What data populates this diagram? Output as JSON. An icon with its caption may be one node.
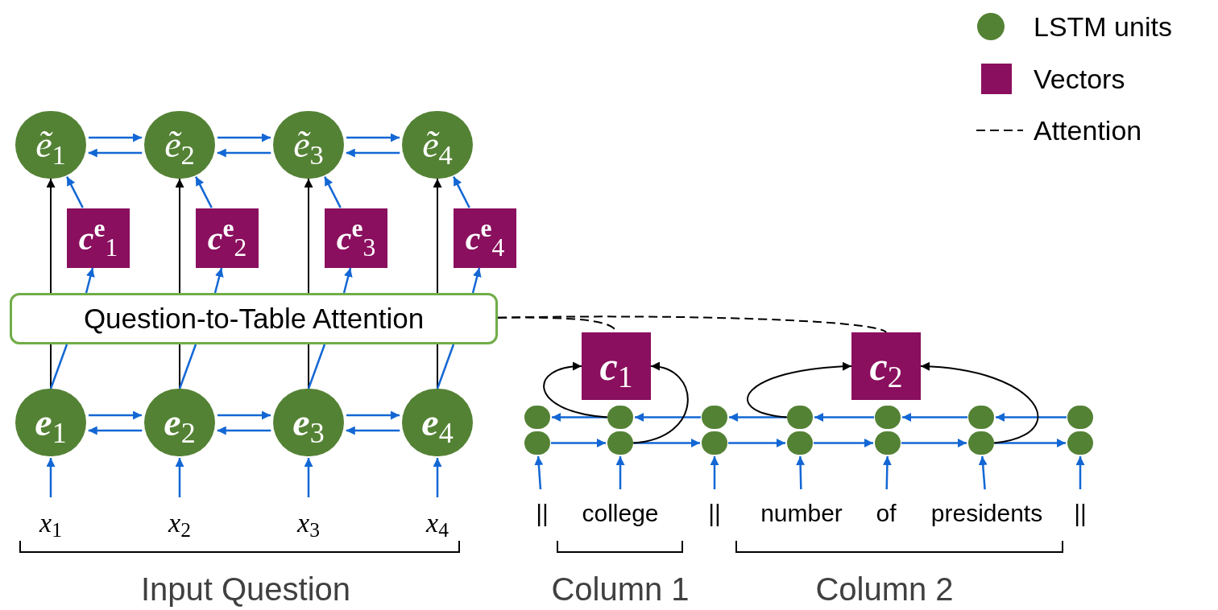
{
  "diagram": {
    "nodes": [
      {
        "text": [
          "*ẽ*$_{1}$"
        ]
      },
      {
        "text": [
          "*ẽ*$_{2}$"
        ]
      },
      {
        "text": [
          "*ẽ*$_{3}$"
        ]
      },
      {
        "text": [
          "*ẽ*$_{4}$"
        ]
      },
      {
        "text": [
          "*c*$^{e}$$_{1}$"
        ]
      },
      {
        "text": [
          "*c*$^{e}$$_{2}$"
        ]
      },
      {
        "text": [
          "*c*$^{e}$$_{3}$"
        ]
      },
      {
        "text": [
          "*c*$^{e}$$_{4}$"
        ]
      },
      {
        "text": [
          "Question-to-Table Attention"
        ]
      },
      {
        "text": [
          "*e*$_{1}$"
        ]
      },
      {
        "text": [
          "*e*$_{2}$"
        ]
      },
      {
        "text": [
          "*e*$_{3}$"
        ]
      },
      {
        "text": [
          "*e*$_{4}$"
        ]
      },
      {
        "text": [
          "*x*$_{1}$"
        ]
      },
      {
        "text": [
          "*x*$_{2}$"
        ]
      },
      {
        "text": [
          "*x*$_{3}$"
        ]
      },
      {
        "text": [
          "*x*$_{4}$"
        ]
      },
      {
        "text": [
          "*c*$_{1}$"
        ]
      },
      {
        "text": [
          "*c*$_{2}$"
        ]
      },
      {
        "text": [],
        "shape": "circle"
      },
      {
        "text": [],
        "shape": "circle"
      },
      {
        "text": [],
        "shape": "circle"
      },
      {
        "text": [],
        "shape": "circle"
      },
      {
        "text": [],
        "shape": "circle"
      },
      {
        "text": [],
        "shape": "circle"
      },
      {
        "text": [],
        "shape": "circle"
      },
      {
        "text": [],
        "shape": "circle"
      },
      {
        "text": [],
        "shape": "circle"
      },
      {
        "text": [],
        "shape": "circle"
      },
      {
        "text": [],
        "shape": "circle"
      },
      {
        "text": [],
        "shape": "circle"
      },
      {
        "text": [],
        "shape": "circle"
      },
      {
        "text": [],
        "shape": "circle"
      },
      {
        "text": [
          "||"
        ]
      },
      {
        "text": [
          "college"
        ]
      },
      {
        "text": [
          "||"
        ]
      },
      {
        "text": [
          "number"
        ]
      },
      {
        "text": [
          "of"
        ]
      },
      {
        "text": [
          "presidents"
        ]
      },
      {
        "text": [
          "||"
        ]
      }
    ],
    "edges": [
      {
        "from": 0,
        "to": 1,
        "arrow": "to"
      },
      {
        "from": 1,
        "to": 2,
        "arrow": "to"
      },
      {
        "from": 2,
        "to": 3,
        "arrow": "to"
      },
      {
        "from": 1,
        "to": 0,
        "arrow": "to"
      },
      {
        "from": 2,
        "to": 1,
        "arrow": "to"
      },
      {
        "from": 3,
        "to": 2,
        "arrow": "to"
      },
      {
        "from": 4,
        "to": 0,
        "arrow": "to"
      },
      {
        "from": 5,
        "to": 1,
        "arrow": "to"
      },
      {
        "from": 6,
        "to": 2,
        "arrow": "to"
      },
      {
        "from": 7,
        "to": 3,
        "arrow": "to"
      },
      {
        "from": 9,
        "to": 8,
        "arrow": "none",
        "color": "#000000"
      },
      {
        "from": 10,
        "to": 8,
        "arrow": "none",
        "color": "#000000"
      },
      {
        "from": 11,
        "to": 8,
        "arrow": "none",
        "color": "#000000"
      },
      {
        "from": 12,
        "to": 8,
        "arrow": "none",
        "color": "#000000"
      },
      {
        "from": 9,
        "to": 8,
        "arrow": "none"
      },
      {
        "from": 10,
        "to": 8,
        "arrow": "none"
      },
      {
        "from": 11,
        "to": 8,
        "arrow": "none"
      },
      {
        "from": 12,
        "to": 8,
        "arrow": "none"
      },
      {
        "from": 9,
        "to": 10,
        "arrow": "to"
      },
      {
        "from": 10,
        "to": 11,
        "arrow": "to"
      },
      {
        "from": 11,
        "to": 12,
        "arrow": "to"
      },
      {
        "from": 10,
        "to": 9,
        "arrow": "to"
      },
      {
        "from": 11,
        "to": 10,
        "arrow": "to"
      },
      {
        "from": 12,
        "to": 11,
        "arrow": "to"
      },
      {
        "from": 13,
        "to": 9,
        "arrow": "to"
      },
      {
        "from": 14,
        "to": 10,
        "arrow": "to"
      },
      {
        "from": 15,
        "to": 11,
        "arrow": "to"
      },
      {
        "from": 16,
        "to": 12,
        "arrow": "to"
      },
      {
        "from": 8,
        "to": 17,
        "arrow": "none",
        "style": "dashed",
        "color": "#000000"
      },
      {
        "from": 8,
        "to": 18,
        "arrow": "none",
        "style": "dashed",
        "color": "#000000"
      },
      {
        "from": 20,
        "to": 19,
        "arrow": "to"
      },
      {
        "from": 21,
        "to": 20,
        "arrow": "to"
      },
      {
        "from": 22,
        "to": 21,
        "arrow": "to"
      },
      {
        "from": 23,
        "to": 22,
        "arrow": "to"
      },
      {
        "from": 24,
        "to": 23,
        "arrow": "to"
      },
      {
        "from": 25,
        "to": 24,
        "arrow": "to"
      },
      {
        "from": 26,
        "to": 27,
        "arrow": "to"
      },
      {
        "from": 27,
        "to": 28,
        "arrow": "to"
      },
      {
        "from": 28,
        "to": 29,
        "arrow": "to"
      },
      {
        "from": 29,
        "to": 30,
        "arrow": "to"
      },
      {
        "from": 30,
        "to": 31,
        "arrow": "to"
      },
      {
        "from": 31,
        "to": 32,
        "arrow": "to"
      },
      {
        "from": 33,
        "to": 26,
        "arrow": "to"
      },
      {
        "from": 34,
        "to": 27,
        "arrow": "to"
      },
      {
        "from": 35,
        "to": 28,
        "arrow": "to"
      },
      {
        "from": 36,
        "to": 29,
        "arrow": "to"
      },
      {
        "from": 37,
        "to": 30,
        "arrow": "to"
      },
      {
        "from": 38,
        "to": 31,
        "arrow": "to"
      },
      {
        "from": 39,
        "to": 32,
        "arrow": "to"
      },
      {
        "from": 20,
        "to": 17,
        "arrow": "to",
        "color": "#000000"
      },
      {
        "from": 27,
        "to": 17,
        "arrow": "to",
        "color": "#000000"
      },
      {
        "from": 22,
        "to": 18,
        "arrow": "to",
        "color": "#000000"
      },
      {
        "from": 31,
        "to": 18,
        "arrow": "to",
        "color": "#000000"
      },
      {
        "from": 8,
        "to": 0,
        "arrow": "to",
        "color": "#000000"
      },
      {
        "from": 8,
        "to": 1,
        "arrow": "to",
        "color": "#000000"
      },
      {
        "from": 8,
        "to": 2,
        "arrow": "to",
        "color": "#000000"
      },
      {
        "from": 8,
        "to": 3,
        "arrow": "to",
        "color": "#000000"
      },
      {
        "from": 8,
        "to": 4,
        "arrow": "to"
      },
      {
        "from": 8,
        "to": 5,
        "arrow": "to"
      },
      {
        "from": 8,
        "to": 6,
        "arrow": "to"
      },
      {
        "from": 8,
        "to": 7,
        "arrow": "to"
      }
    ],
    "labels": [
      "Input Question",
      "Column 1",
      "Column 2"
    ],
    "legend": [
      {
        "text": "LSTM units",
        "color": "#548235"
      },
      {
        "text": "Vectors",
        "color": "#8a0f5e"
      },
      {
        "text": "Attention"
      }
    ]
  }
}
